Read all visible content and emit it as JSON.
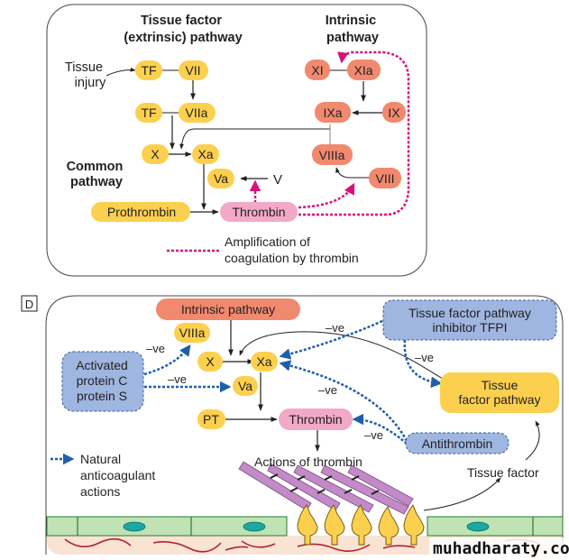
{
  "panel_top": {
    "extrinsic_title": [
      "Tissue factor",
      "(extrinsic) pathway"
    ],
    "intrinsic_title": [
      "Intrinsic",
      "pathway"
    ],
    "common_title": [
      "Common",
      "pathway"
    ],
    "tissue_injury": [
      "Tissue",
      "injury"
    ],
    "nodes": {
      "tf1": "TF",
      "vii": "VII",
      "tf2": "TF",
      "viia": "VIIa",
      "x": "X",
      "xa": "Xa",
      "va": "Va",
      "v": "V",
      "prothrombin": "Prothrombin",
      "thrombin": "Thrombin",
      "xi": "XI",
      "xia": "XIa",
      "ixa": "IXa",
      "ix": "IX",
      "viiia": "VIIIa",
      "viii": "VIII"
    },
    "legend": [
      "Amplification of",
      "coagulation by thrombin"
    ]
  },
  "panel_bottom": {
    "panel_label": "D",
    "intrinsic_pathway": "Intrinsic pathway",
    "tfpi": [
      "Tissue factor pathway",
      "inhibitor TFPI"
    ],
    "activated_protein": [
      "Activated",
      "protein C",
      "protein S"
    ],
    "tissue_factor_pathway": [
      "Tissue",
      "factor pathway"
    ],
    "antithrombin": "Antithrombin",
    "nodes": {
      "viiia": "VIIIa",
      "x": "X",
      "xa": "Xa",
      "va": "Va",
      "pt": "PT",
      "thrombin": "Thrombin"
    },
    "neg_labels": [
      "–ve",
      "–ve",
      "–ve",
      "–ve",
      "–ve",
      "–ve"
    ],
    "actions_of_thrombin": "Actions of thrombin",
    "tissue_factor": "Tissue factor",
    "legend": [
      "Natural",
      "anticoagulant",
      "actions"
    ]
  },
  "watermark": "muhadharaty.com",
  "colors": {
    "yellow": "#fcd04f",
    "salmon": "#f1896f",
    "pink": "#f2a9c8",
    "blue_box": "#9fb6e0",
    "magenta": "#d6127a",
    "blue_dash": "#1e5fa8",
    "endothelium": "#bfe3b5",
    "subendo": "#f9e3d2",
    "fibrin": "#c28ac6"
  }
}
